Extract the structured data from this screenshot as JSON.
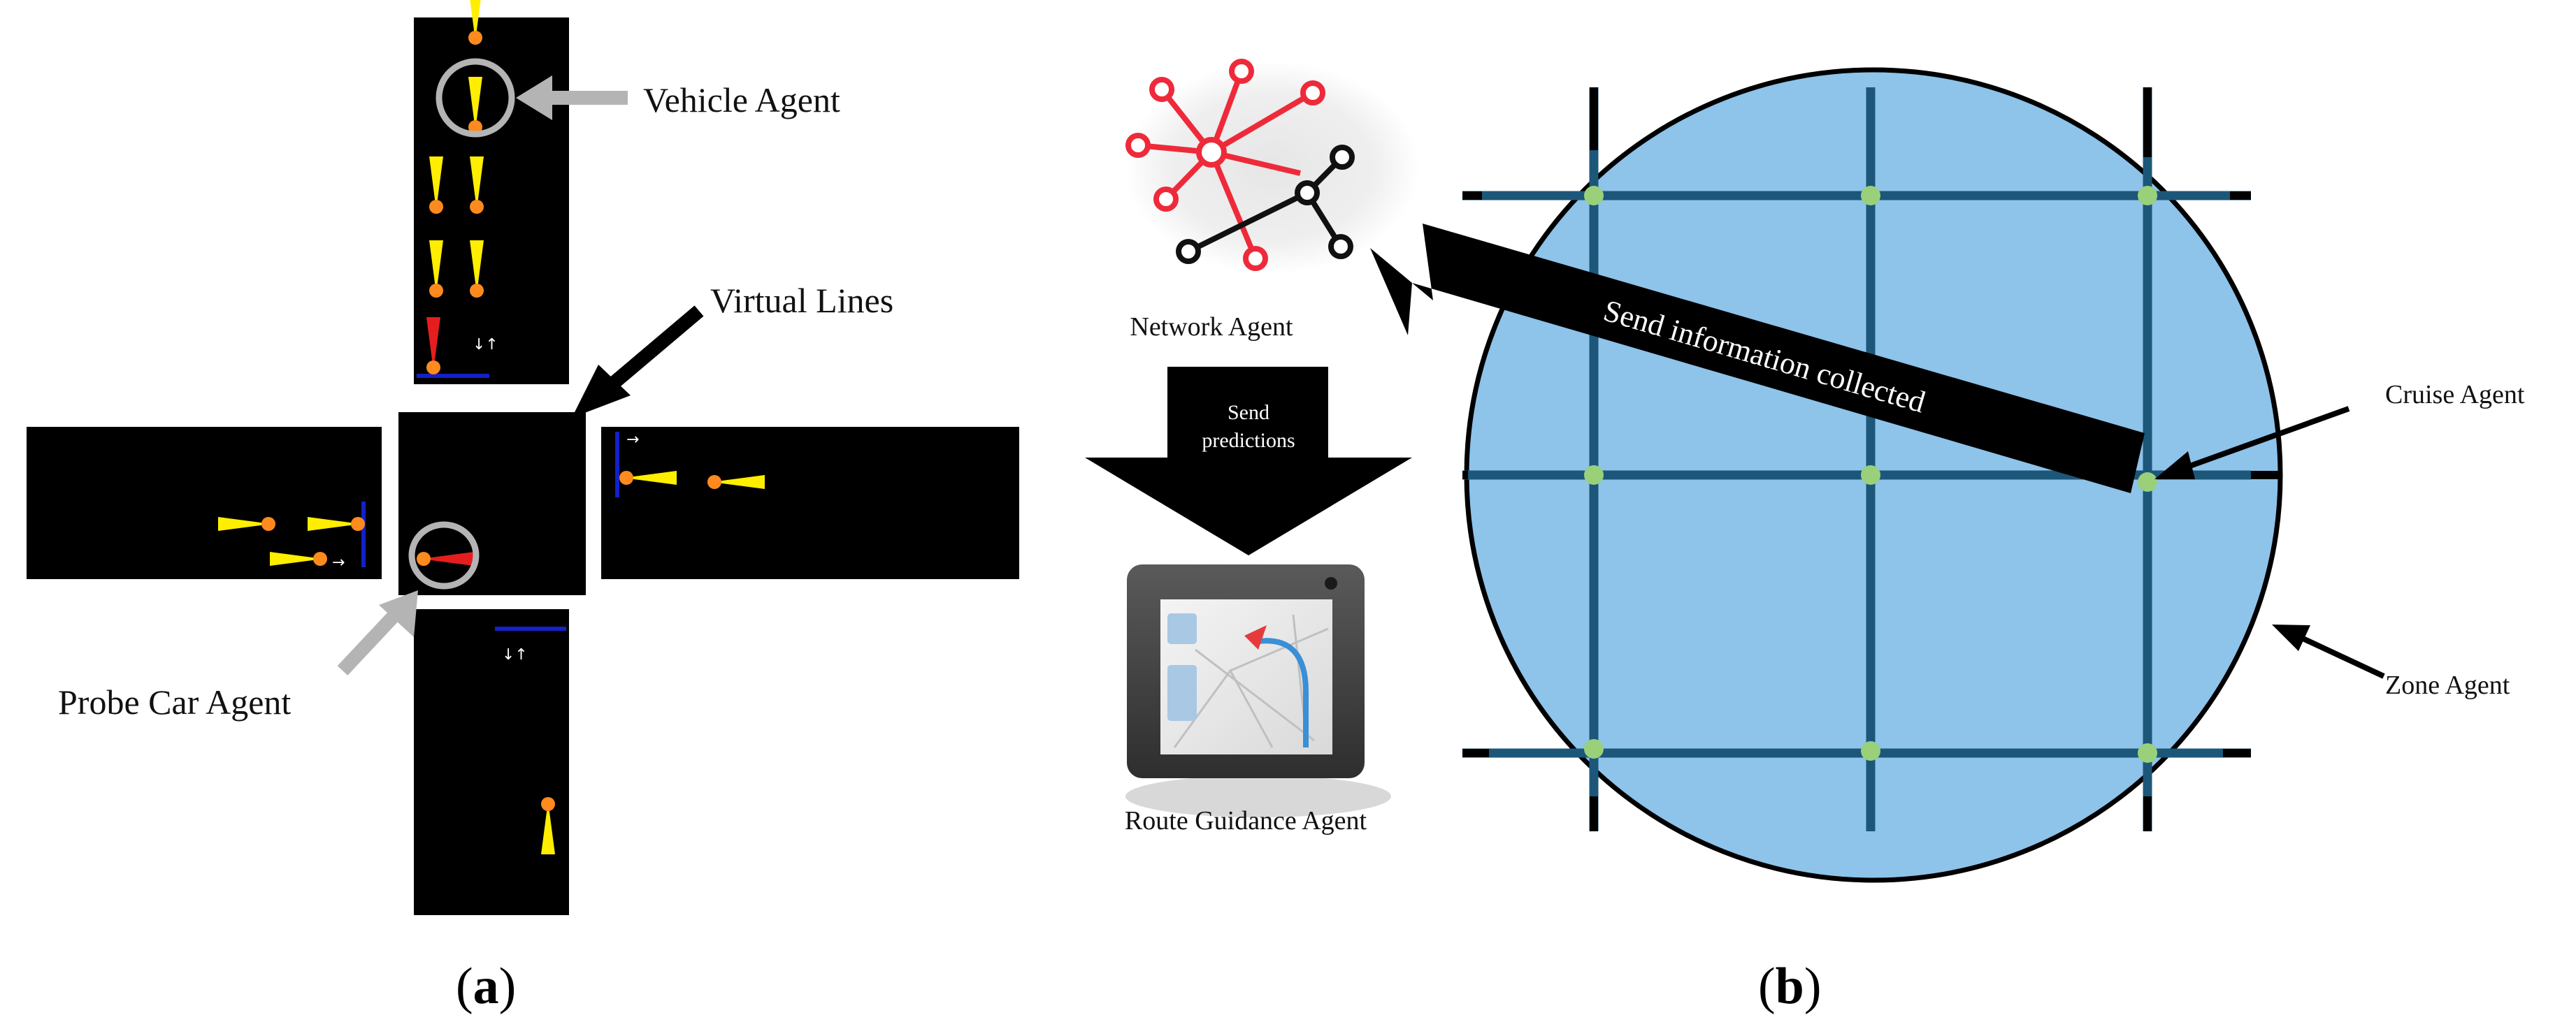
{
  "panel_a": {
    "labels": {
      "vehicle_agent": "Vehicle Agent",
      "virtual_lines": "Virtual Lines",
      "probe_car_agent": "Probe Car Agent"
    },
    "caption_letter": "a",
    "colors": {
      "road": "#000000",
      "vehicle": "#ffee00",
      "vehicle_tip": "#ff8a1e",
      "probe": "#e41e1e",
      "virtual_line": "#1420c8",
      "callout_gray": "#b4b4b4"
    }
  },
  "panel_b": {
    "labels": {
      "network_agent": "Network Agent",
      "send_predictions_1": "Send",
      "send_predictions_2": "predictions",
      "route_guidance_agent": "Route Guidance Agent",
      "send_information": "Send information collected",
      "cruise_agent": "Cruise Agent",
      "zone_agent": "Zone Agent"
    },
    "caption_letter": "b",
    "colors": {
      "zone_fill": "#8ec3ea",
      "grid_line": "#1c5779",
      "node": "#9ad07a",
      "network_red": "#ee2a3a"
    }
  }
}
